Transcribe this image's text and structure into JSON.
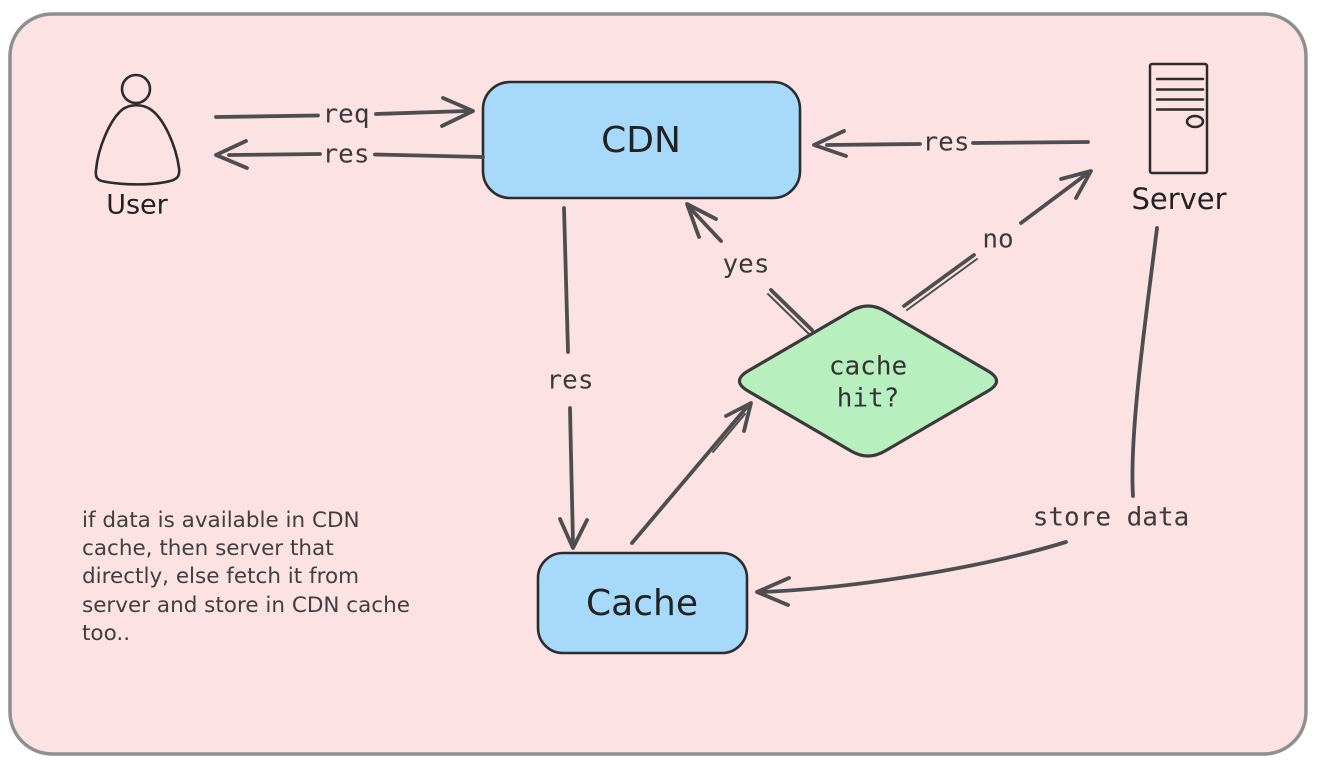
{
  "colors": {
    "panel_fill": "#fce2e2",
    "panel_border": "#8f8f8f",
    "node_blue": "#a7d9fb",
    "node_green": "#b7efbe",
    "shape_stroke": "#2c2c2c",
    "arrow_stroke": "#4e4e4e",
    "label_text": "#3a3a3a",
    "node_text": "#222222"
  },
  "nodes": {
    "user": {
      "label": "User"
    },
    "server": {
      "label": "Server"
    },
    "cdn": {
      "label": "CDN"
    },
    "cache": {
      "label": "Cache"
    },
    "decision": {
      "label_line1": "cache",
      "label_line2": "hit?"
    }
  },
  "edges": {
    "req_user_to_cdn": {
      "label": "req"
    },
    "res_cdn_to_user": {
      "label": "res"
    },
    "res_server_to_cdn": {
      "label": "res"
    },
    "res_cdn_to_cache": {
      "label": "res"
    },
    "decision_yes_to_cdn": {
      "label": "yes"
    },
    "decision_no_to_server": {
      "label": "no"
    },
    "server_store_to_cache": {
      "label": "store data"
    }
  },
  "note": {
    "lines": [
      "if data is available in CDN",
      "cache, then server that",
      "directly, else fetch it from",
      "server and store in CDN cache",
      "too.."
    ]
  }
}
